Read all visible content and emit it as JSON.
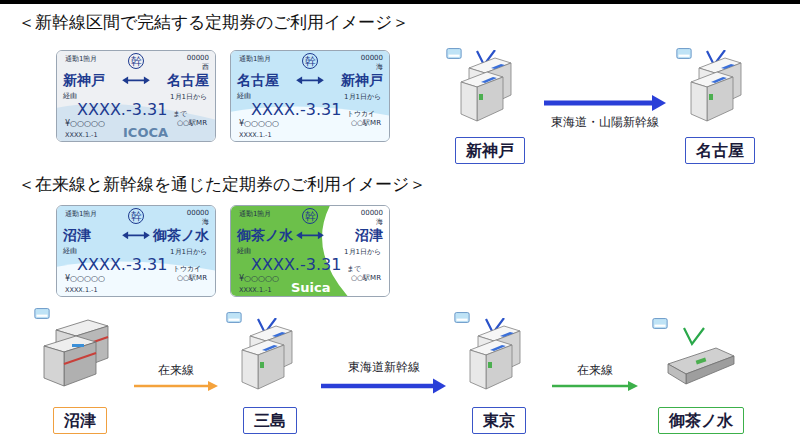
{
  "diagram": {
    "nodes": [
      {
        "text": [
          "通勤1箇月",
          "幹",
          "00000",
          "西",
          "新神戸",
          "名古屋",
          "経由",
          "1月1日から",
          "XXXX.-3.31",
          "まで",
          "¥○○○○○",
          "○○駅MR",
          "XXXX.1.-1",
          "ICOCA"
        ]
      },
      {
        "text": [
          "通勤1箇月",
          "幹",
          "00000",
          "海",
          "名古屋",
          "新神戸",
          "経由",
          "1月1日から",
          "XXXX.-3.31",
          "トウカイ",
          "¥○○○○○",
          "○○駅MR",
          "XXXX.1.-1"
        ]
      },
      {
        "text": [
          "新神戸"
        ]
      },
      {
        "text": [
          "名古屋"
        ]
      },
      {
        "text": [
          "通勤1箇月",
          "幹",
          "00000",
          "海",
          "沼津",
          "御茶ノ水",
          "経由",
          "1月1日から",
          "XXXX.-3.31",
          "トウカイ",
          "¥○○○○○",
          "○○駅MR",
          "XXXX.1.-1"
        ]
      },
      {
        "text": [
          "通勤1箇月",
          "幹",
          "00000",
          "海",
          "御茶ノ水",
          "沼津",
          "経由",
          "1月1日から",
          "XXXX.-3.31",
          "まで",
          "¥○○○○○",
          "○○駅MR",
          "XXXX.1.-1",
          "Suica"
        ]
      },
      {
        "text": [
          "沼津"
        ]
      },
      {
        "text": [
          "三島"
        ]
      },
      {
        "text": [
          "東京"
        ]
      },
      {
        "text": [
          "御茶ノ水"
        ]
      }
    ],
    "edges": [
      {
        "from": 2,
        "to": 3,
        "arrow": "to",
        "label": "東海道・山陽新幹線"
      },
      {
        "from": 6,
        "to": 7,
        "arrow": "to",
        "label": "在来線"
      },
      {
        "from": 7,
        "to": 8,
        "arrow": "to",
        "label": "東海道新幹線"
      },
      {
        "from": 8,
        "to": 9,
        "arrow": "to",
        "label": "在来線"
      }
    ],
    "labels": [
      "＜新幹線区間で完結する定期券のご利用イメージ＞",
      "＜在来線と新幹線を通じた定期券のご利用イメージ＞"
    ]
  }
}
